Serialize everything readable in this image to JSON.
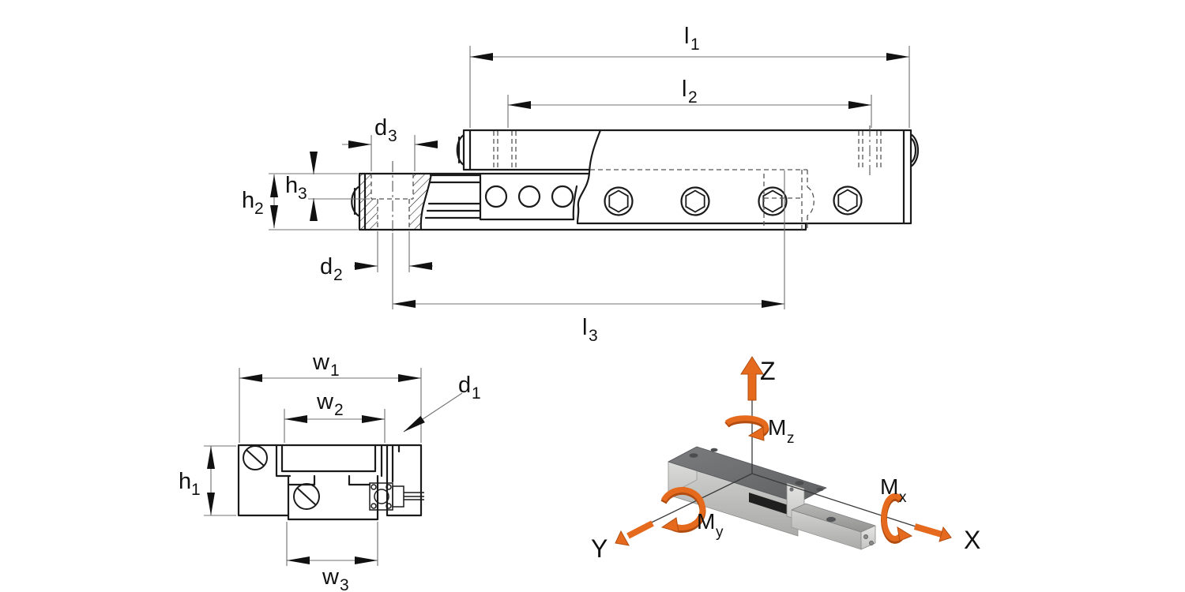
{
  "drawing": {
    "kind": "linear-slide technical drawing",
    "colors": {
      "background": "#ffffff",
      "outline": "#1a1a1a",
      "dim_line": "#707070",
      "accent_orange": "#e56a1e",
      "accent_orange_dark": "#b14d10",
      "metal_top": "#6e6f71",
      "metal_front": "#c6c6c4",
      "metal_end": "#dededc"
    },
    "side": {
      "dims": {
        "l1": {
          "base": "l",
          "sub": "1"
        },
        "l2": {
          "base": "l",
          "sub": "2"
        },
        "l3": {
          "base": "l",
          "sub": "3"
        },
        "d3": {
          "base": "d",
          "sub": "3"
        },
        "d2": {
          "base": "d",
          "sub": "2"
        },
        "h2": {
          "base": "h",
          "sub": "2"
        },
        "h3": {
          "base": "h",
          "sub": "3"
        }
      }
    },
    "section": {
      "dims": {
        "w1": {
          "base": "w",
          "sub": "1"
        },
        "w2": {
          "base": "w",
          "sub": "2"
        },
        "w3": {
          "base": "w",
          "sub": "3"
        },
        "h1": {
          "base": "h",
          "sub": "1"
        },
        "d1": {
          "base": "d",
          "sub": "1"
        }
      }
    },
    "iso": {
      "axes": {
        "z": "Z",
        "y": "Y",
        "x": "X"
      },
      "moments": {
        "mz": {
          "base": "M",
          "sub": "z"
        },
        "my": {
          "base": "M",
          "sub": "y"
        },
        "mx": {
          "base": "M",
          "sub": "x"
        }
      }
    }
  }
}
